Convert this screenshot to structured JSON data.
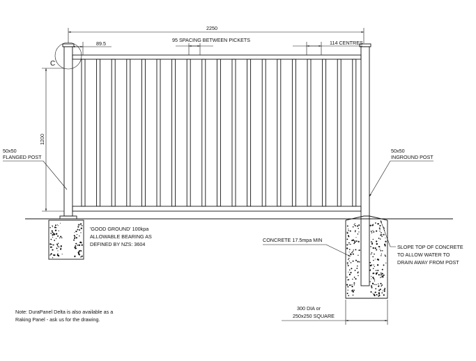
{
  "dimensions": {
    "overall_width": "2250",
    "post_offset": "89.5",
    "picket_spacing": "95 SPACING BETWEEN PICKETS",
    "centres": "114 CENTRES",
    "height": "1200",
    "detail_marker": "C"
  },
  "labels": {
    "flanged_post": [
      "50x50",
      "FLANGED POST"
    ],
    "inground_post": [
      "50x50",
      "INGROUND POST"
    ],
    "good_ground": [
      "'GOOD GROUND' 100kpa",
      "ALLOWABLE BEARING AS",
      "DEFINED BY NZS: 3604"
    ],
    "concrete": "CONCRETE 17.5mpa MIN",
    "slope": [
      "SLOPE TOP OF CONCRETE",
      "TO ALLOW WATER TO",
      "DRAIN AWAY FROM POST"
    ],
    "footing_size": [
      "300 DIA or",
      "250x250 SQUARE"
    ]
  },
  "note": [
    "Note: DuraPanel  Delta is also available as a",
    "Raking Panel - ask us for the drawing."
  ],
  "colors": {
    "ink": "#111111",
    "background": "#ffffff"
  }
}
